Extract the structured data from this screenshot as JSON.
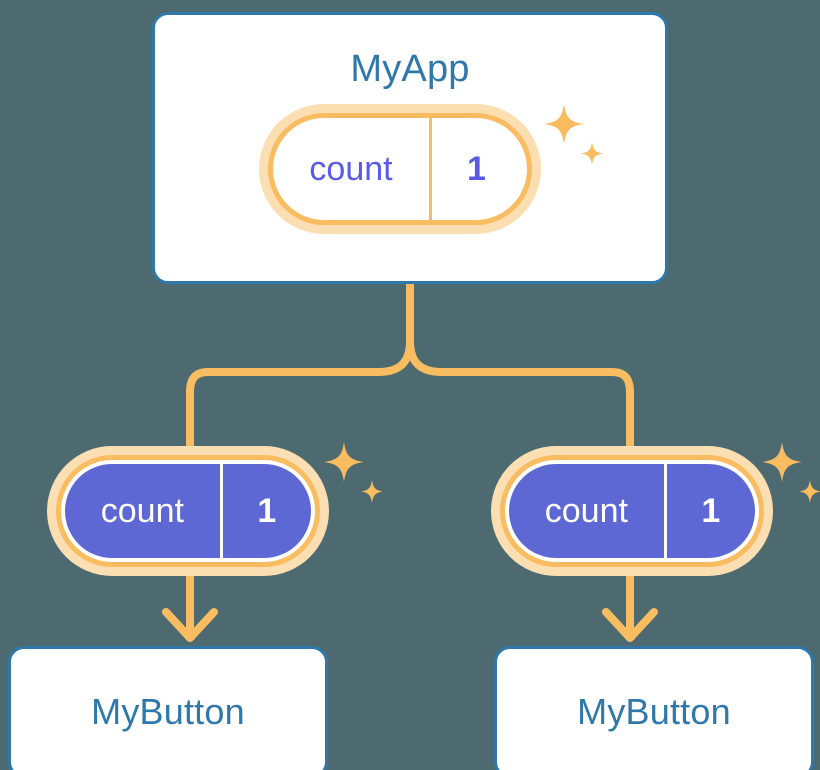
{
  "palette": {
    "background": "#4d6a70",
    "card_bg": "#ffffff",
    "card_border": "#2f78ab",
    "title_text": "#2f78ab",
    "connector": "#f9bc60",
    "pill_border": "#f9bc60",
    "pill_halo": "#fbdeb2",
    "pill_child_fill": "#5d68d4",
    "root_pill_text": "#5a5ae8",
    "child_pill_text": "#ffffff",
    "sparkle": "#f9bc60"
  },
  "diagram": {
    "type": "component-tree",
    "description": "React-style component tree showing a shared count state propagated from MyApp to two MyButton children",
    "root": {
      "name": "root-component-card",
      "title": "MyApp",
      "state_pill": {
        "name": "state-chip-root",
        "key": "count",
        "value": "1",
        "style": "light",
        "sparkle": true
      }
    },
    "children": [
      {
        "name": "child-branch-left",
        "state_pill": {
          "name": "state-chip-left",
          "key": "count",
          "value": "1",
          "style": "solid",
          "sparkle": true
        },
        "card": {
          "name": "leaf-component-card-left",
          "title": "MyButton"
        }
      },
      {
        "name": "child-branch-right",
        "state_pill": {
          "name": "state-chip-right",
          "key": "count",
          "value": "1",
          "style": "solid",
          "sparkle": true
        },
        "card": {
          "name": "leaf-component-card-right",
          "title": "MyButton"
        }
      }
    ],
    "connectors": {
      "branch_label": "",
      "arrow_label": ""
    }
  }
}
